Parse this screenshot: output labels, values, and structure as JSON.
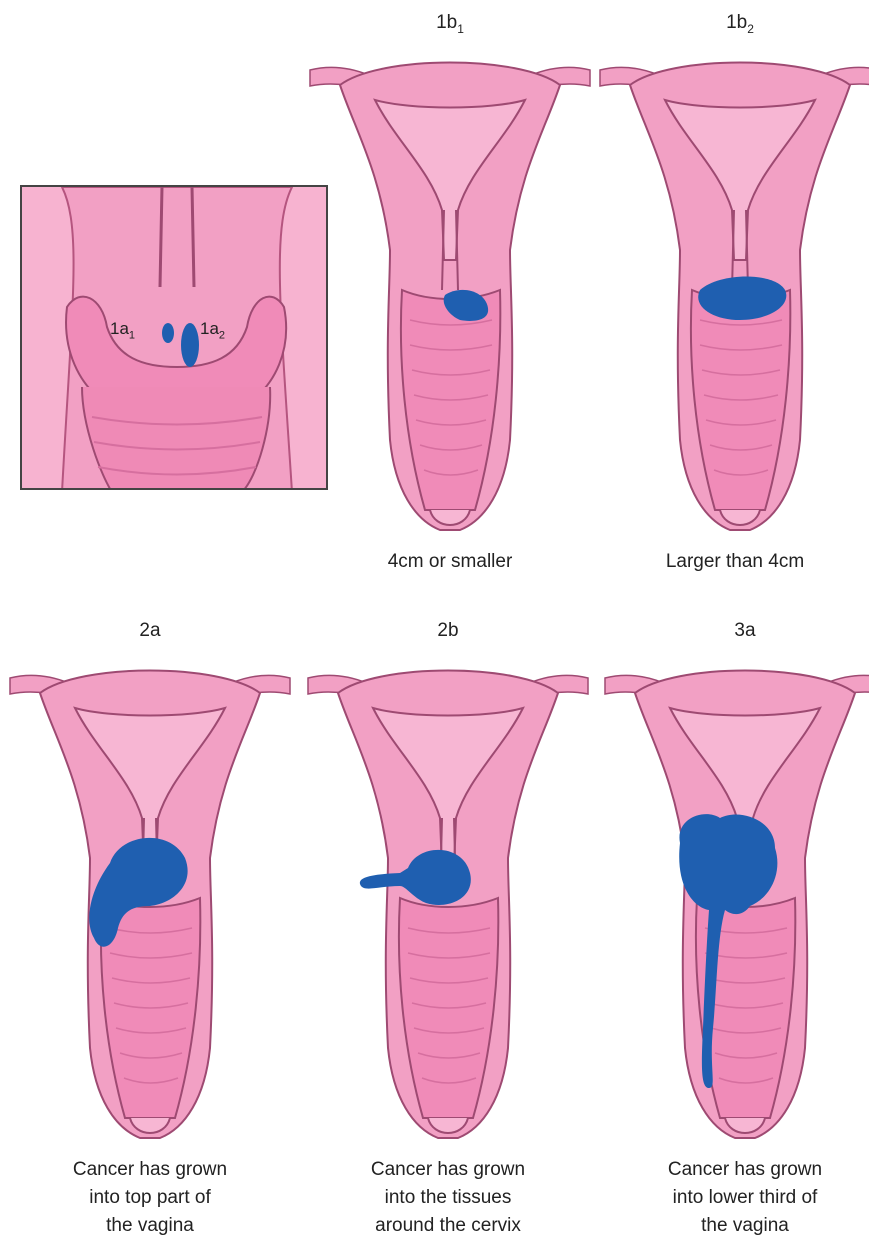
{
  "colors": {
    "tissue": "#f2a0c4",
    "tissue_dark": "#e07aa8",
    "outline": "#9e4a72",
    "vagina": "#f08bb8",
    "tumor": "#1f5fb0",
    "tumor_light": "#4a86d0"
  },
  "inset": {
    "label_1a1_main": "1a",
    "label_1a1_sub": "1",
    "label_1a2_main": "1a",
    "label_1a2_sub": "2"
  },
  "panels": [
    {
      "id": "1b1",
      "title_main": "1b",
      "title_sub": "1",
      "caption": [
        "4cm or smaller"
      ]
    },
    {
      "id": "1b2",
      "title_main": "1b",
      "title_sub": "2",
      "caption": [
        "Larger than 4cm"
      ]
    },
    {
      "id": "2a",
      "title_main": "2a",
      "title_sub": "",
      "caption": [
        "Cancer has grown",
        "into top part of",
        "the vagina"
      ]
    },
    {
      "id": "2b",
      "title_main": "2b",
      "title_sub": "",
      "caption": [
        "Cancer has grown",
        "into the tissues",
        "around the cervix"
      ]
    },
    {
      "id": "3a",
      "title_main": "3a",
      "title_sub": "",
      "caption": [
        "Cancer has grown",
        "into lower third of",
        "the vagina"
      ]
    }
  ]
}
